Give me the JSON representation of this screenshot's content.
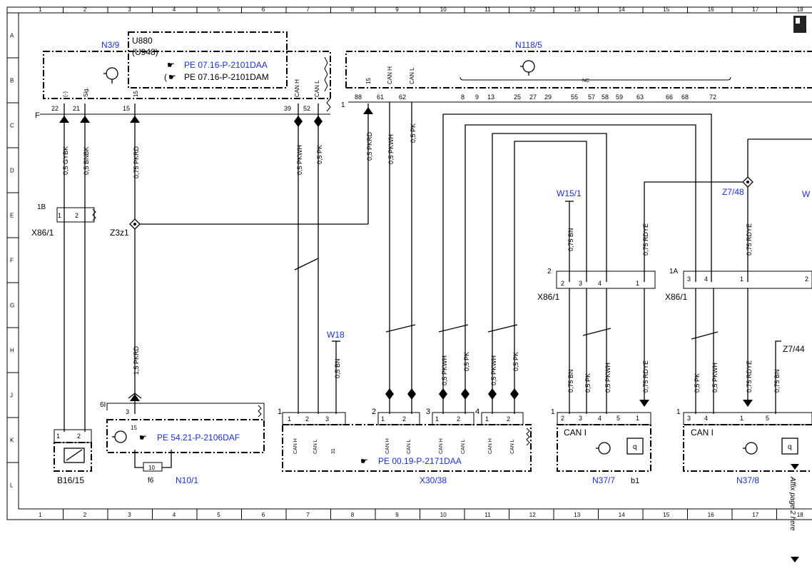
{
  "grid": {
    "columns": [
      "1",
      "2",
      "3",
      "4",
      "5",
      "6",
      "7",
      "8",
      "9",
      "10",
      "11",
      "12",
      "13",
      "14",
      "15",
      "16",
      "17",
      "18"
    ],
    "rows": [
      "A",
      "B",
      "C",
      "D",
      "E",
      "F",
      "G",
      "H",
      "J",
      "K",
      "L"
    ]
  },
  "components": {
    "n3_9": "N3/9",
    "u880": "U880",
    "u948": "(U948)",
    "ref_2101daa": "PE 07.16-P-2101DAA",
    "ref_2101dam": "PE 07.16-P-2101DAM",
    "n118_5": "N118/5",
    "nc": "NC",
    "w15_1": "W15/1",
    "z7_48": "Z7/48",
    "w_cut": "W",
    "x86_1_left": "X86/1",
    "z3z1": "Z3z1",
    "w18": "W18",
    "x86_1_mid": "X86/1",
    "x86_1_right": "X86/1",
    "z7_44": "Z7/44",
    "b16_15": "B16/15",
    "f6": "f6",
    "n10_1": "N10/1",
    "ref_2106daf": "PE 54.21-P-2106DAF",
    "x30_38": "X30/38",
    "ref_2171daa": "PE 00.19-P-2171DAA",
    "n37_7": "N37/7",
    "b1": "b1",
    "n37_8": "N37/8",
    "can_i_1": "CAN I",
    "can_i_2": "CAN I",
    "q1": "q",
    "q2": "q",
    "fuse_value": "10",
    "affix_note": "Affix page 2 here"
  },
  "pins": {
    "n3_9": [
      "22",
      "21",
      "15",
      "39",
      "52"
    ],
    "n3_9_labels": [
      "(-)",
      "Sig.",
      "15",
      "CAN H",
      "CAN L"
    ],
    "n3_9_F": "F",
    "n118_5": [
      "88",
      "61",
      "62",
      "8",
      "9",
      "13",
      "25",
      "27",
      "29",
      "55",
      "57",
      "58",
      "59",
      "63",
      "66",
      "68",
      "72"
    ],
    "n118_5_labels": [
      "15",
      "CAN H",
      "CAN L"
    ],
    "n118_5_side": "1",
    "x86_1_left": [
      "1B",
      "1",
      "2"
    ],
    "x86_1_mid": [
      "2",
      "2",
      "3",
      "4",
      "1"
    ],
    "x86_1_right": [
      "1A",
      "3",
      "4",
      "1",
      "2"
    ],
    "n10_1": [
      "6I",
      "3",
      "15"
    ],
    "b16_15": [
      "1",
      "2"
    ],
    "x30_38_groups": [
      "1",
      "2",
      "3",
      "4"
    ],
    "x30_38_pins": [
      "1",
      "2",
      "3",
      "1",
      "2",
      "1",
      "2",
      "1",
      "2"
    ],
    "x30_38_labels": [
      "CAN H",
      "CAN L",
      "31",
      "CAN H",
      "CAN L",
      "CAN H",
      "CAN L",
      "CAN H",
      "CAN L"
    ],
    "n37_7": [
      "1",
      "2",
      "3",
      "4",
      "5",
      "1"
    ],
    "n37_8": [
      "1",
      "3",
      "4",
      "1",
      "5"
    ]
  },
  "wires": {
    "gybk": "0,5 GYBK",
    "bnbk": "0,5 BNBK",
    "pkrd_075": "0,75 PKRD",
    "pkwh_a": "0,5 PKWH",
    "pk_a": "0,5 PK",
    "pkrd_05": "0,5 PKRD",
    "pkwh_b": "0,5 PKWH",
    "pk_b": "0,5 PK",
    "bn_w15": "0,75 BN",
    "rdye_a": "0,75 RDYE",
    "rdye_b": "0,75 RDYE",
    "pkrd_15": "1,5 PKRD",
    "bn_w18": "0,5 BN",
    "pkwh_c": "0,5 PKWH",
    "pk_c": "0,5 PK",
    "pkwh_d": "0,5 PKWH",
    "pk_d": "0,5 PK",
    "bn_n37_7": "0,75 BN",
    "pk_n37_7": "0,5 PK",
    "pkwh_n37_7": "0,5 PKWH",
    "rdye_n37_7": "0,75 RDYE",
    "pk_n37_8": "0,5 PK",
    "pkwh_n37_8": "0,5 PKWH",
    "rdye_n37_8": "0,75 RDYE",
    "bn_n37_8": "0,75 BN"
  }
}
